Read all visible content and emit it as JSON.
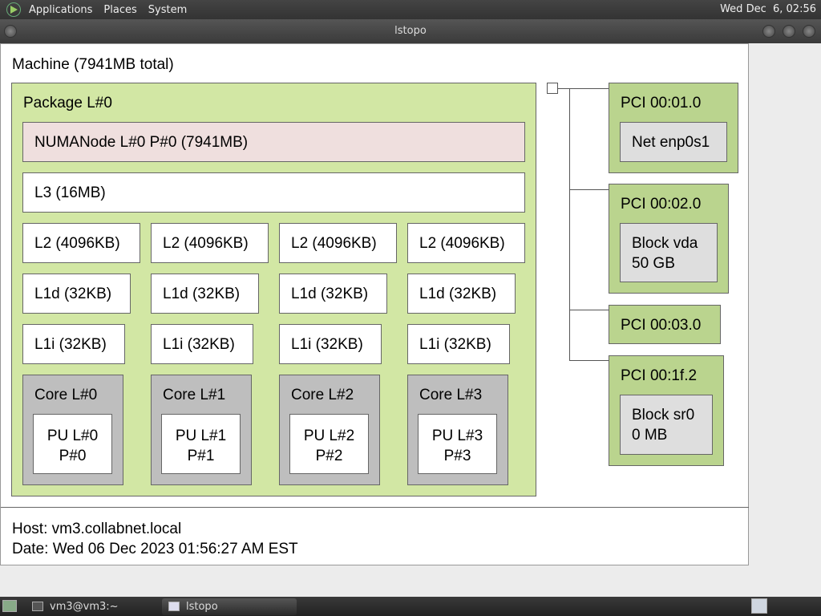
{
  "panel": {
    "menus": [
      "Applications",
      "Places",
      "System"
    ],
    "clock": "Wed Dec  6, 02:56"
  },
  "window": {
    "title": "lstopo"
  },
  "colors": {
    "package": "#d2e7a4",
    "numa": "#efdfde",
    "cache": "#ffffff",
    "core": "#bebebe",
    "pu": "#ffffff",
    "pci": "#bad48e",
    "device": "#dedede"
  },
  "topology": {
    "machine": "Machine (7941MB total)",
    "package": "Package L#0",
    "numa": "NUMANode L#0 P#0 (7941MB)",
    "l3": "L3 (16MB)",
    "cores": [
      {
        "l2": "L2 (4096KB)",
        "l1d": "L1d (32KB)",
        "l1i": "L1i (32KB)",
        "core": "Core L#0",
        "pu": "PU L#0\nP#0"
      },
      {
        "l2": "L2 (4096KB)",
        "l1d": "L1d (32KB)",
        "l1i": "L1i (32KB)",
        "core": "Core L#1",
        "pu": "PU L#1\nP#1"
      },
      {
        "l2": "L2 (4096KB)",
        "l1d": "L1d (32KB)",
        "l1i": "L1i (32KB)",
        "core": "Core L#2",
        "pu": "PU L#2\nP#2"
      },
      {
        "l2": "L2 (4096KB)",
        "l1d": "L1d (32KB)",
        "l1i": "L1i (32KB)",
        "core": "Core L#3",
        "pu": "PU L#3\nP#3"
      }
    ],
    "pci": [
      {
        "label": "PCI 00:01.0",
        "device": "Net enp0s1"
      },
      {
        "label": "PCI 00:02.0",
        "device": "Block vda\n50 GB"
      },
      {
        "label": "PCI 00:03.0"
      },
      {
        "label": "PCI 00:1f.2",
        "device": "Block sr0\n0 MB"
      }
    ]
  },
  "footer": {
    "host": "Host: vm3.collabnet.local",
    "date": "Date: Wed 06 Dec 2023 01:56:27 AM EST"
  },
  "taskbar": {
    "tasks": [
      "vm3@vm3:~",
      "lstopo"
    ]
  }
}
